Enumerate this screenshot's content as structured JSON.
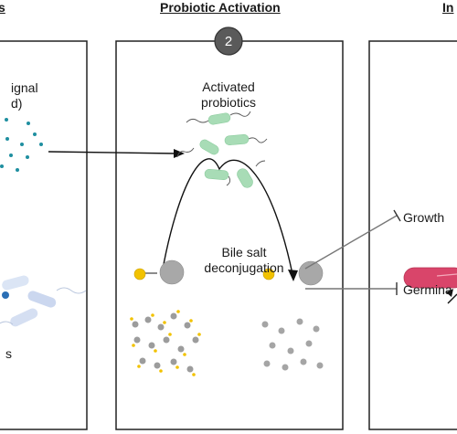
{
  "panel_left": {
    "title_fragment": "s",
    "signal_label": [
      "ignal",
      "d)"
    ],
    "bottom_label": "s"
  },
  "panel_middle": {
    "title": "Probiotic Activation",
    "step_number": "2",
    "activated_label": [
      "Activated",
      "probiotics"
    ],
    "bile_label": [
      "Bile salt",
      "deconjugation"
    ]
  },
  "panel_right": {
    "title_fragment": "In",
    "growth_label": "Growth",
    "germination_label": "Germina"
  },
  "colors": {
    "probiotic_green": "#a8dcb6",
    "signal_teal": "#1f8fa0",
    "pathogen_red": "#d9456a",
    "conjugate_yellow": "#f2c200",
    "bile_grey": "#9c9c9c",
    "step_circle": "#5a5a5a"
  }
}
